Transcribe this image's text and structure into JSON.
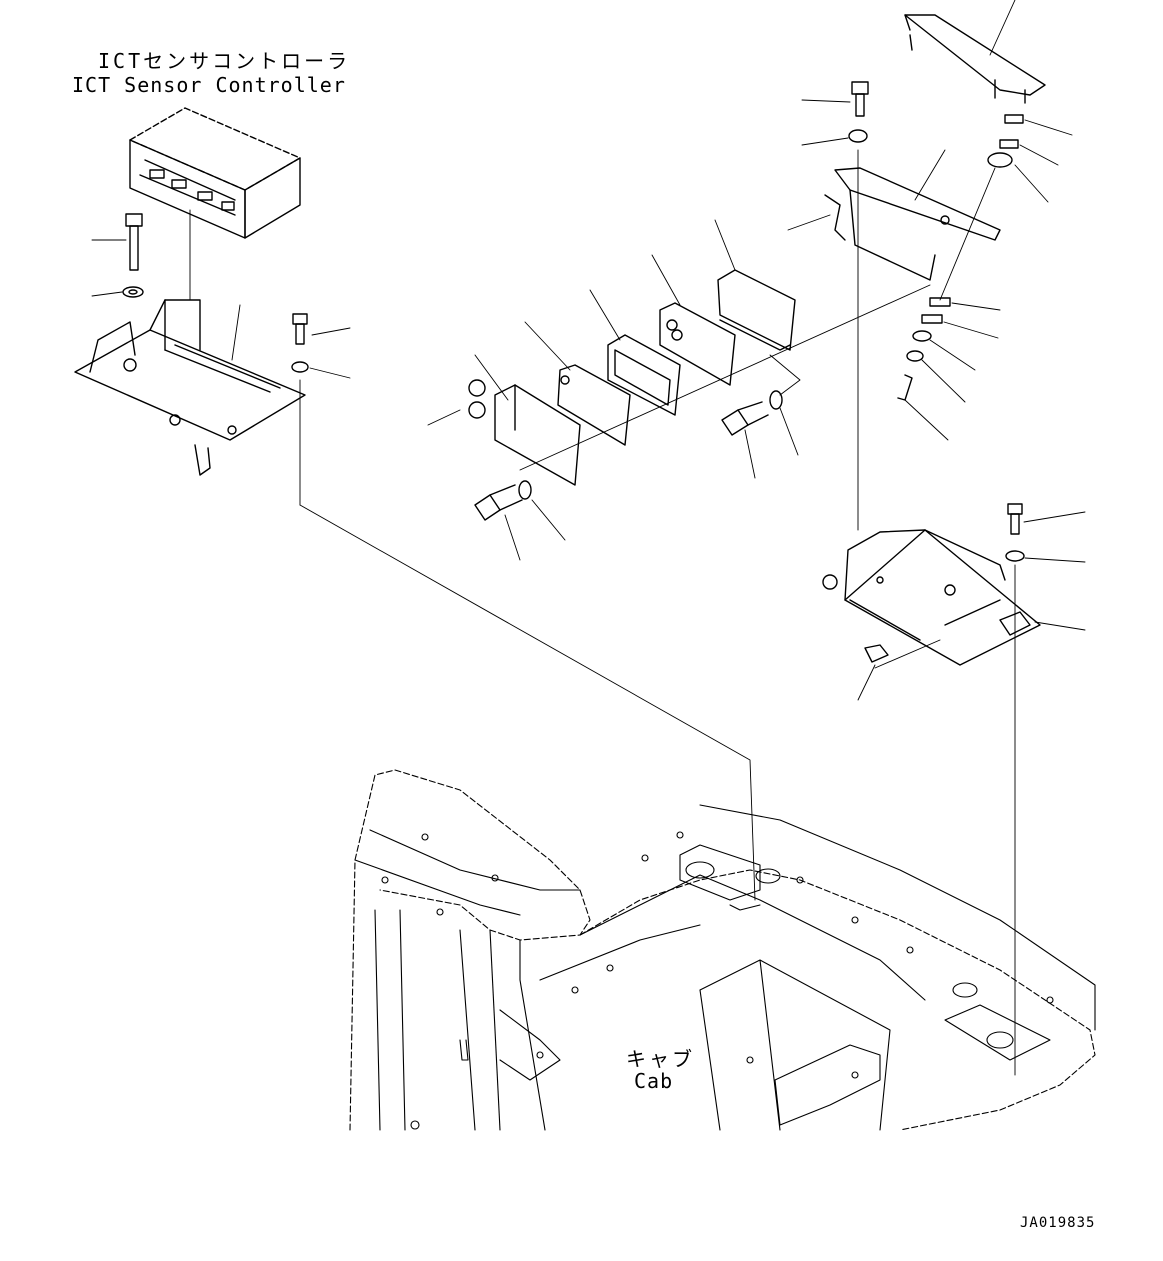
{
  "labels": {
    "controller_jp": "ICTセンサコントローラ",
    "controller_en": "ICT Sensor Controller",
    "cab_jp": "キャブ",
    "cab_en": "Cab",
    "drawing_number": "JA019835"
  }
}
